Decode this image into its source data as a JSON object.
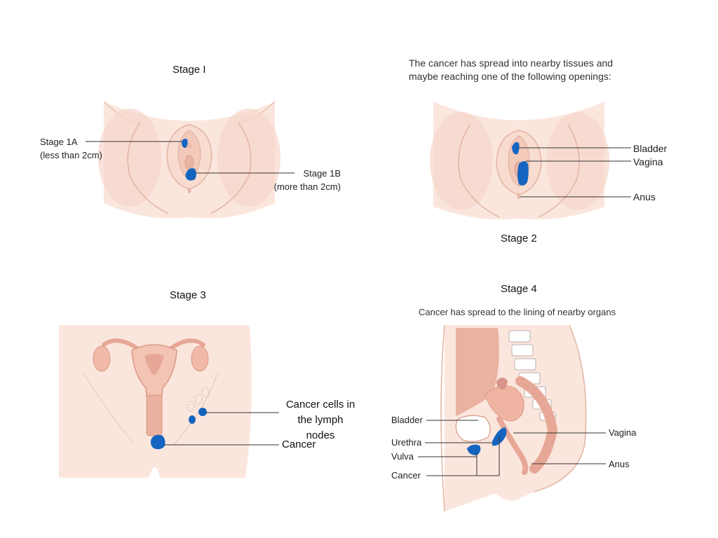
{
  "stage1": {
    "title": "Stage I",
    "label_1a": "Stage 1A",
    "label_1a_sub": "(less than 2cm)",
    "label_1b": "Stage 1B",
    "label_1b_sub": "(more than 2cm)"
  },
  "stage2": {
    "note_line1": "The cancer has spread into nearby tissues and",
    "note_line2": "maybe reaching one of the following openings:",
    "label_bladder": "Bladder",
    "label_vagina": "Vagina",
    "label_anus": "Anus",
    "title": "Stage 2"
  },
  "stage3": {
    "title": "Stage 3",
    "label_lymph_line1": "Cancer cells in",
    "label_lymph_line2": "the lymph nodes",
    "label_cancer": "Cancer"
  },
  "stage4": {
    "title": "Stage 4",
    "note": "Cancer has spread to the lining of nearby organs",
    "label_bladder": "Bladder",
    "label_urethra": "Urethra",
    "label_vulva": "Vulva",
    "label_cancer": "Cancer",
    "label_vagina": "Vagina",
    "label_anus": "Anus"
  },
  "colors": {
    "skin": "#fbe6dd",
    "skin_dark": "#f1cbbd",
    "outline": "#e2b3a2",
    "tumor": "#1565c0",
    "organ": "#e7a797",
    "leader": "#333333"
  }
}
